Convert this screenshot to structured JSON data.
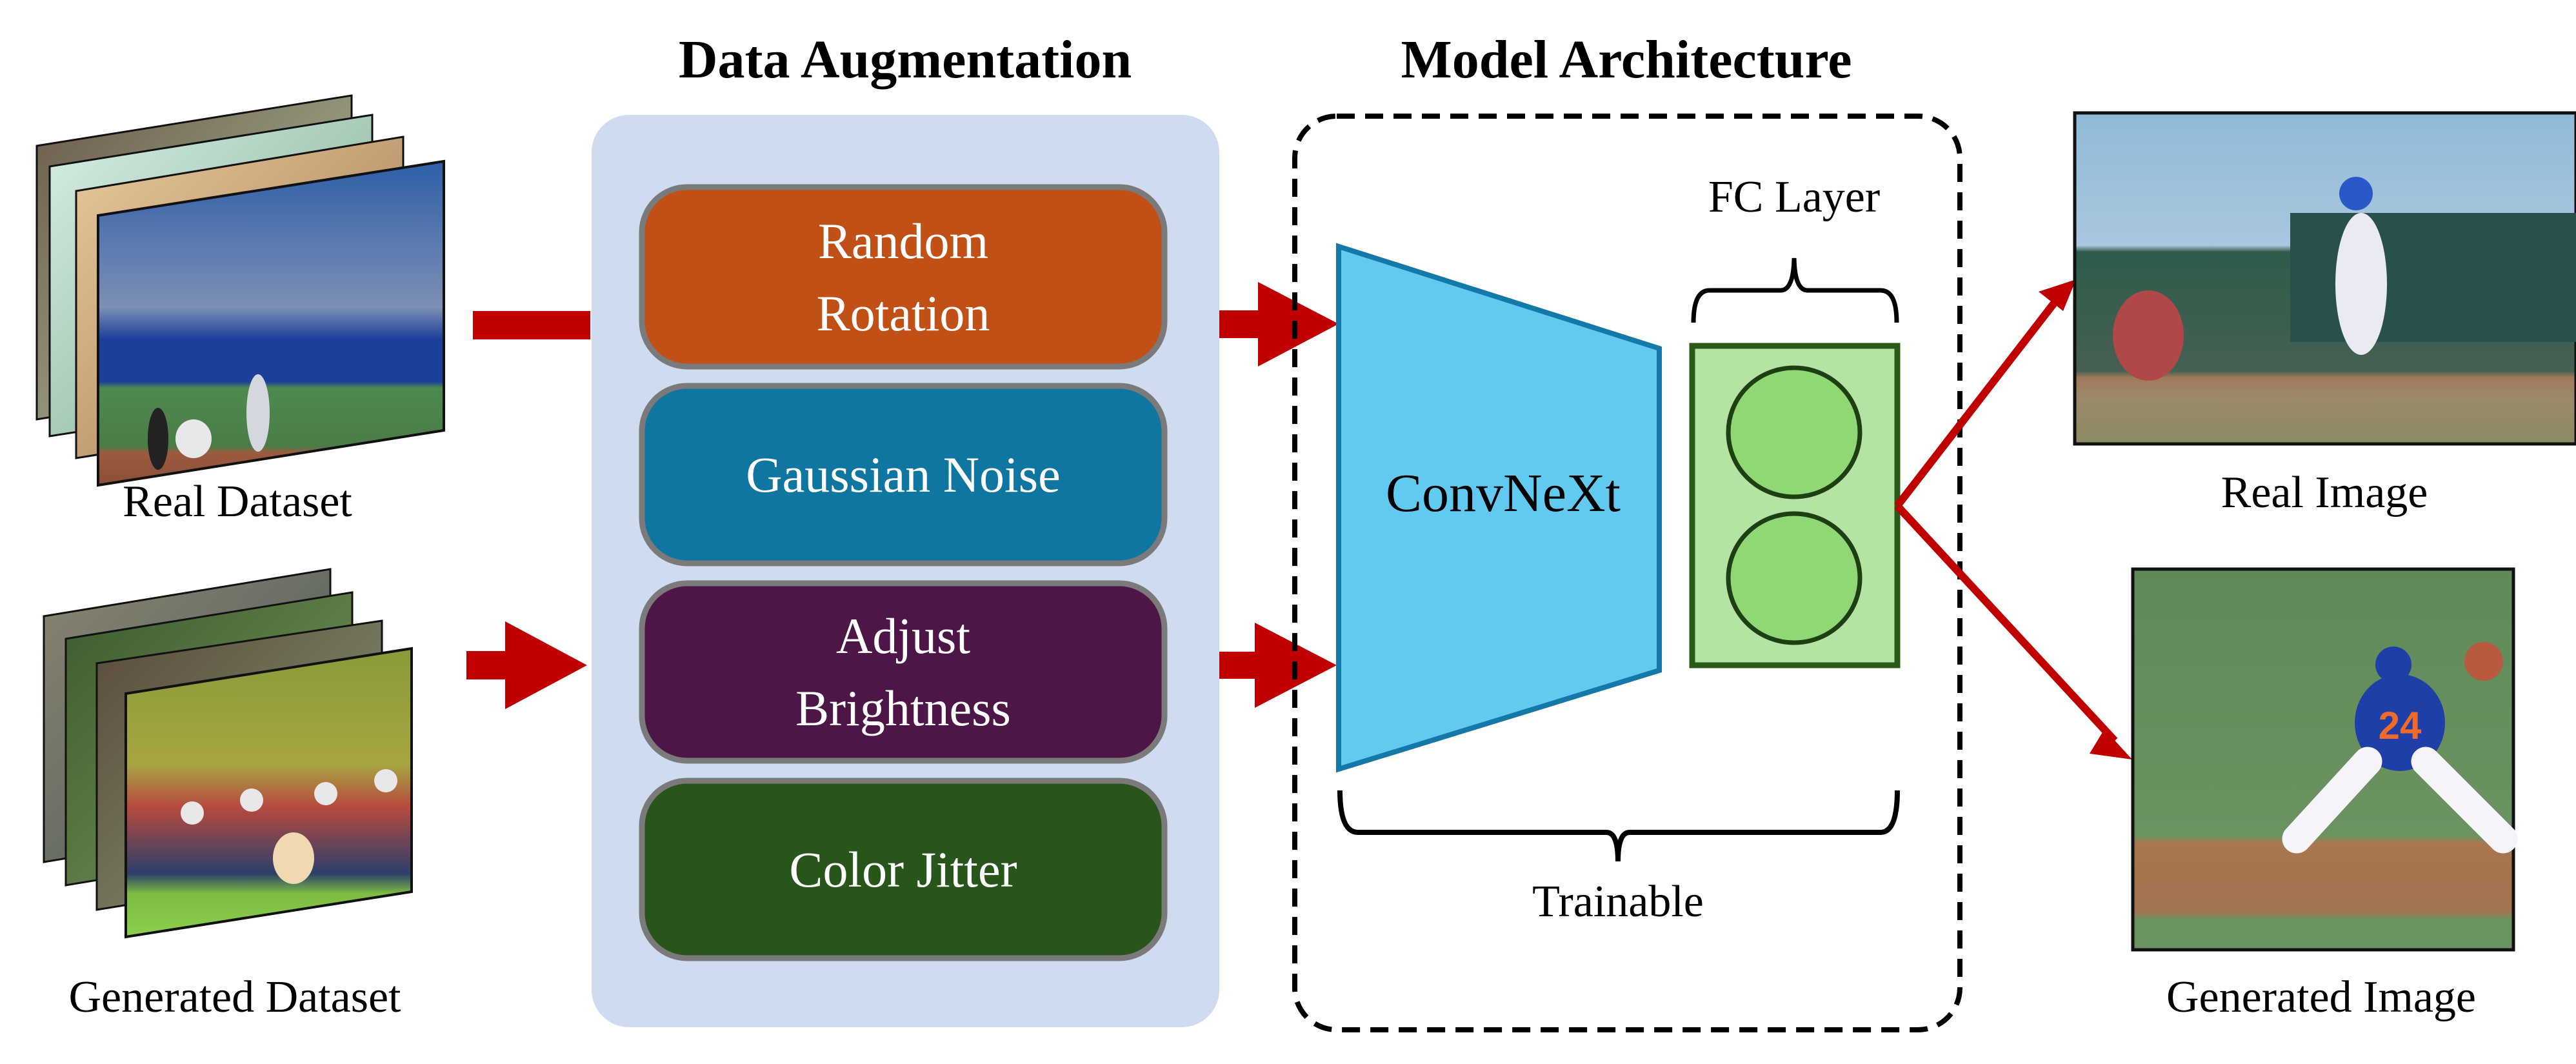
{
  "sections": {
    "augmentation_title": "Data Augmentation",
    "model_title": "Model Architecture"
  },
  "inputs": {
    "real_dataset_label": "Real Dataset",
    "generated_dataset_label": "Generated Dataset"
  },
  "augmentations": [
    {
      "line1": "Random",
      "line2": "Rotation",
      "color": "#c05015"
    },
    {
      "line1": "Gaussian Noise",
      "line2": "",
      "color": "#0e76a0"
    },
    {
      "line1": "Adjust",
      "line2": "Brightness",
      "color": "#4e1646"
    },
    {
      "line1": "Color Jitter",
      "line2": "",
      "color": "#28561a"
    }
  ],
  "model": {
    "backbone_label": "ConvNeXt",
    "fc_label": "FC Layer",
    "trainable_label": "Trainable",
    "fc_neurons": 2
  },
  "outputs": {
    "real_image_label": "Real Image",
    "generated_image_label": "Generated Image"
  },
  "colors": {
    "arrow": "#c00000",
    "panel_bg": "#cfdcef",
    "box_border": "#7a7a7a",
    "backbone_fill": "#62caf0",
    "backbone_stroke": "#1478a8",
    "fc_fill": "#b3e4a1",
    "fc_stroke": "#2a5a1a",
    "neuron_fill": "#8fd874"
  }
}
